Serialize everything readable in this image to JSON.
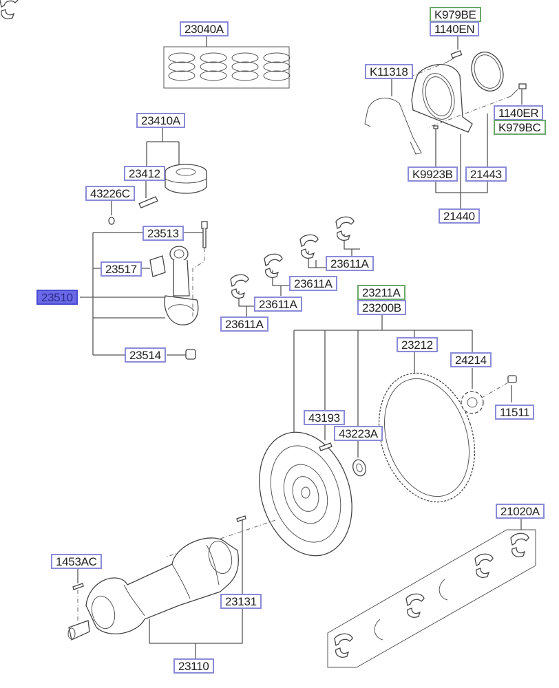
{
  "diagram": {
    "title": "Crankshaft & Piston parts diagram",
    "accent_color": "#6a6ae8",
    "selected_part": "23510",
    "labels": {
      "p23040A": "23040A",
      "pK979BE": "K979BE",
      "p1140EN": "1140EN",
      "pK11318": "K11318",
      "p1140ER": "1140ER",
      "pK979BC": "K979BC",
      "pK9923B": "K9923B",
      "p21443": "21443",
      "p21440": "21440",
      "p23410A": "23410A",
      "p23412": "23412",
      "p43226C": "43226C",
      "p23513": "23513",
      "p23517": "23517",
      "p23510": "23510",
      "p23514": "23514",
      "p23611A_1": "23611A",
      "p23611A_2": "23611A",
      "p23611A_3": "23611A",
      "p23611A_4": "23611A",
      "p23211A": "23211A",
      "p23200B": "23200B",
      "p23212": "23212",
      "p24214": "24214",
      "p11511": "11511",
      "p43193": "43193",
      "p43223A": "43223A",
      "p21020A": "21020A",
      "p1453AC": "1453AC",
      "p23131": "23131",
      "p23110": "23110"
    }
  }
}
